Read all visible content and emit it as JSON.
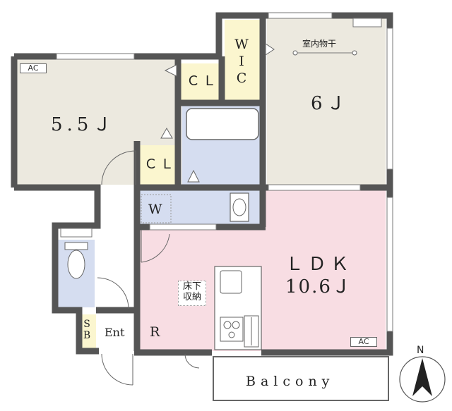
{
  "rooms": {
    "western1": {
      "label": "5.5Ｊ"
    },
    "western2": {
      "label": "6Ｊ"
    },
    "ldk": {
      "label1": "ＬＤＫ",
      "label2": "10.6Ｊ"
    },
    "wic": {
      "label": "WIC"
    },
    "cl1": {
      "label": "ＣＬ"
    },
    "cl2": {
      "label": "ＣＬ"
    },
    "washroom": {
      "label": "W"
    },
    "fridge": {
      "label": "R"
    },
    "shoebox": {
      "label": "SB"
    },
    "entrance": {
      "label": "Ent"
    },
    "balcony": {
      "label": "Balcony"
    }
  },
  "annotations": {
    "ac1": "AC",
    "ac2": "AC",
    "drying": "室内物干",
    "floor_storage": "床下\n収納"
  },
  "compass": {
    "label": "N"
  },
  "colors": {
    "wall": "#555555",
    "western_floor": "#ece9df",
    "ldk_floor": "#f8dde3",
    "wet_area": "#d5ddf0",
    "storage_floor": "#fbf6cf"
  }
}
